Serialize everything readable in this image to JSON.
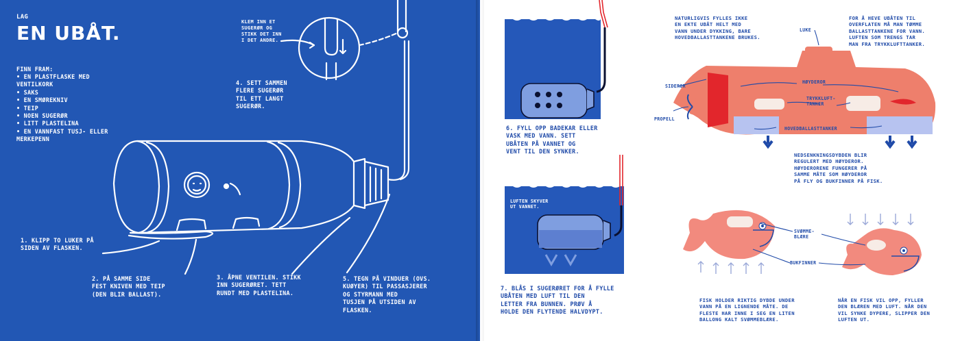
{
  "left": {
    "kicker": "Lag",
    "title": "En ubåt.",
    "materials_heading": "Finn fram:",
    "materials": [
      "• En plastflaske med\nventilkork",
      "• Saks",
      "• En smørekniv",
      "• Teip",
      "• Noen sugerør",
      "• Litt plastelina",
      "• En vannfast tusj- eller\nmerkepenn"
    ],
    "step1": "1. Klipp to luker på\nsiden av flasken.",
    "step2": "2. På samme side\nfest kniven med teip\n(den blir ballast).",
    "step3": "3. Åpne ventilen. Stikk\ninn sugerøret. Tett\nrundt med plastelina.",
    "step4": "4. Sett sammen\nflere sugerør\ntil ett langt\nsugerør.",
    "step5": "5. Tegn på vinduer (ovs.\nkuøyer) til passasjerer\nog styrmann med\ntusjen på utsiden av\nflasken.",
    "straw_note": "Klem inn et\nsugerør og\nstikk det inn\ni det andre."
  },
  "right": {
    "step6": "6. Fyll opp badekar eller\nvask med vann. Sett\nubåten på vannet og\nvent til den synker.",
    "step7": "7. Blås i sugerøret for å fylle\nubåten med luft til den\nletter fra bunnen. Prøv å\nholde den flytende halvdypt.",
    "air_note": "Luften skyver\nut vannet.",
    "intro_text": "Naturligvis fylles ikke\nen ekte ubåt helt med\nvann under dykking, bare\nhovedballasttankene brukes.",
    "raise_text": "For å heve ubåten til\noverflaten må man tømme\nballasttankene for vann.\nLuften som trengs tar\nman fra trykklufttanker.",
    "depth_text": "Nedsenkningsdybden blir\nregulert med høyderor.\nHøyderorene fungerer på\nsamme måte som høyderor\npå fly og bukfinner på fisk.",
    "fish_text": "Fisk holder riktig dybde under\nvann på en lignende måte. De\nfleste har inne i seg en liten\nballong kalt svømmeblære.",
    "rise_text": "Når en fisk vil opp, fyller\nden blæren med luft. Når den\nvil synke dypere, slipper den\nluften ut.",
    "labels": {
      "luke": "Luke",
      "sideror": "Sideror",
      "propell": "Propell",
      "hoyderor": "Høyderor",
      "trykkluft": "Trykkluft-\ntanker",
      "hovedballast": "Hovedballasttanker",
      "svommeblaere": "Svømme-\nblære",
      "bukfinner": "Bukfinner"
    }
  },
  "colors": {
    "blue": "#2257b4",
    "ink": "#1f4aa8",
    "sub_red": "#ee7f6c",
    "rudder_red": "#e2262c",
    "water_blue": "#2558b9",
    "fish_pink": "#f28a7e",
    "ballast_lilac": "#b7c3f0"
  }
}
